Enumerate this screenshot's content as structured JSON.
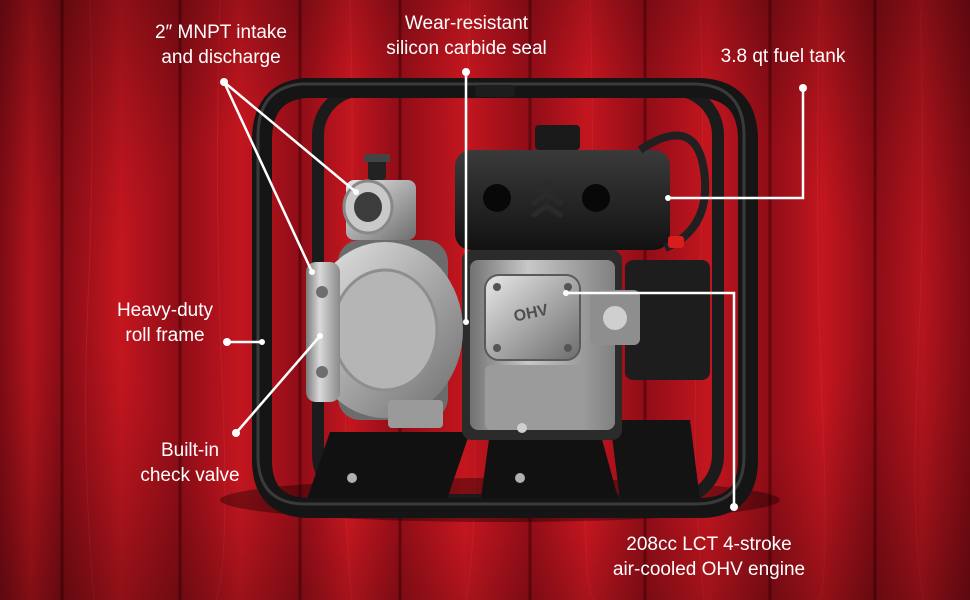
{
  "callouts": {
    "intake": {
      "line1": "2″ MNPT intake",
      "line2": "and discharge"
    },
    "seal": {
      "line1": "Wear-resistant",
      "line2": "silicon carbide seal"
    },
    "fuel": {
      "line1": "3.8 qt fuel tank"
    },
    "frame": {
      "line1": "Heavy-duty",
      "line2": "roll frame"
    },
    "valve": {
      "line1": "Built-in",
      "line2": "check valve"
    },
    "engine": {
      "line1": "208cc LCT 4-stroke",
      "line2": "air-cooled OHV engine"
    }
  },
  "engine_badge": "OHV",
  "colors": {
    "background": "#b3121f",
    "callout": "#ffffff",
    "frame": "#151515"
  }
}
